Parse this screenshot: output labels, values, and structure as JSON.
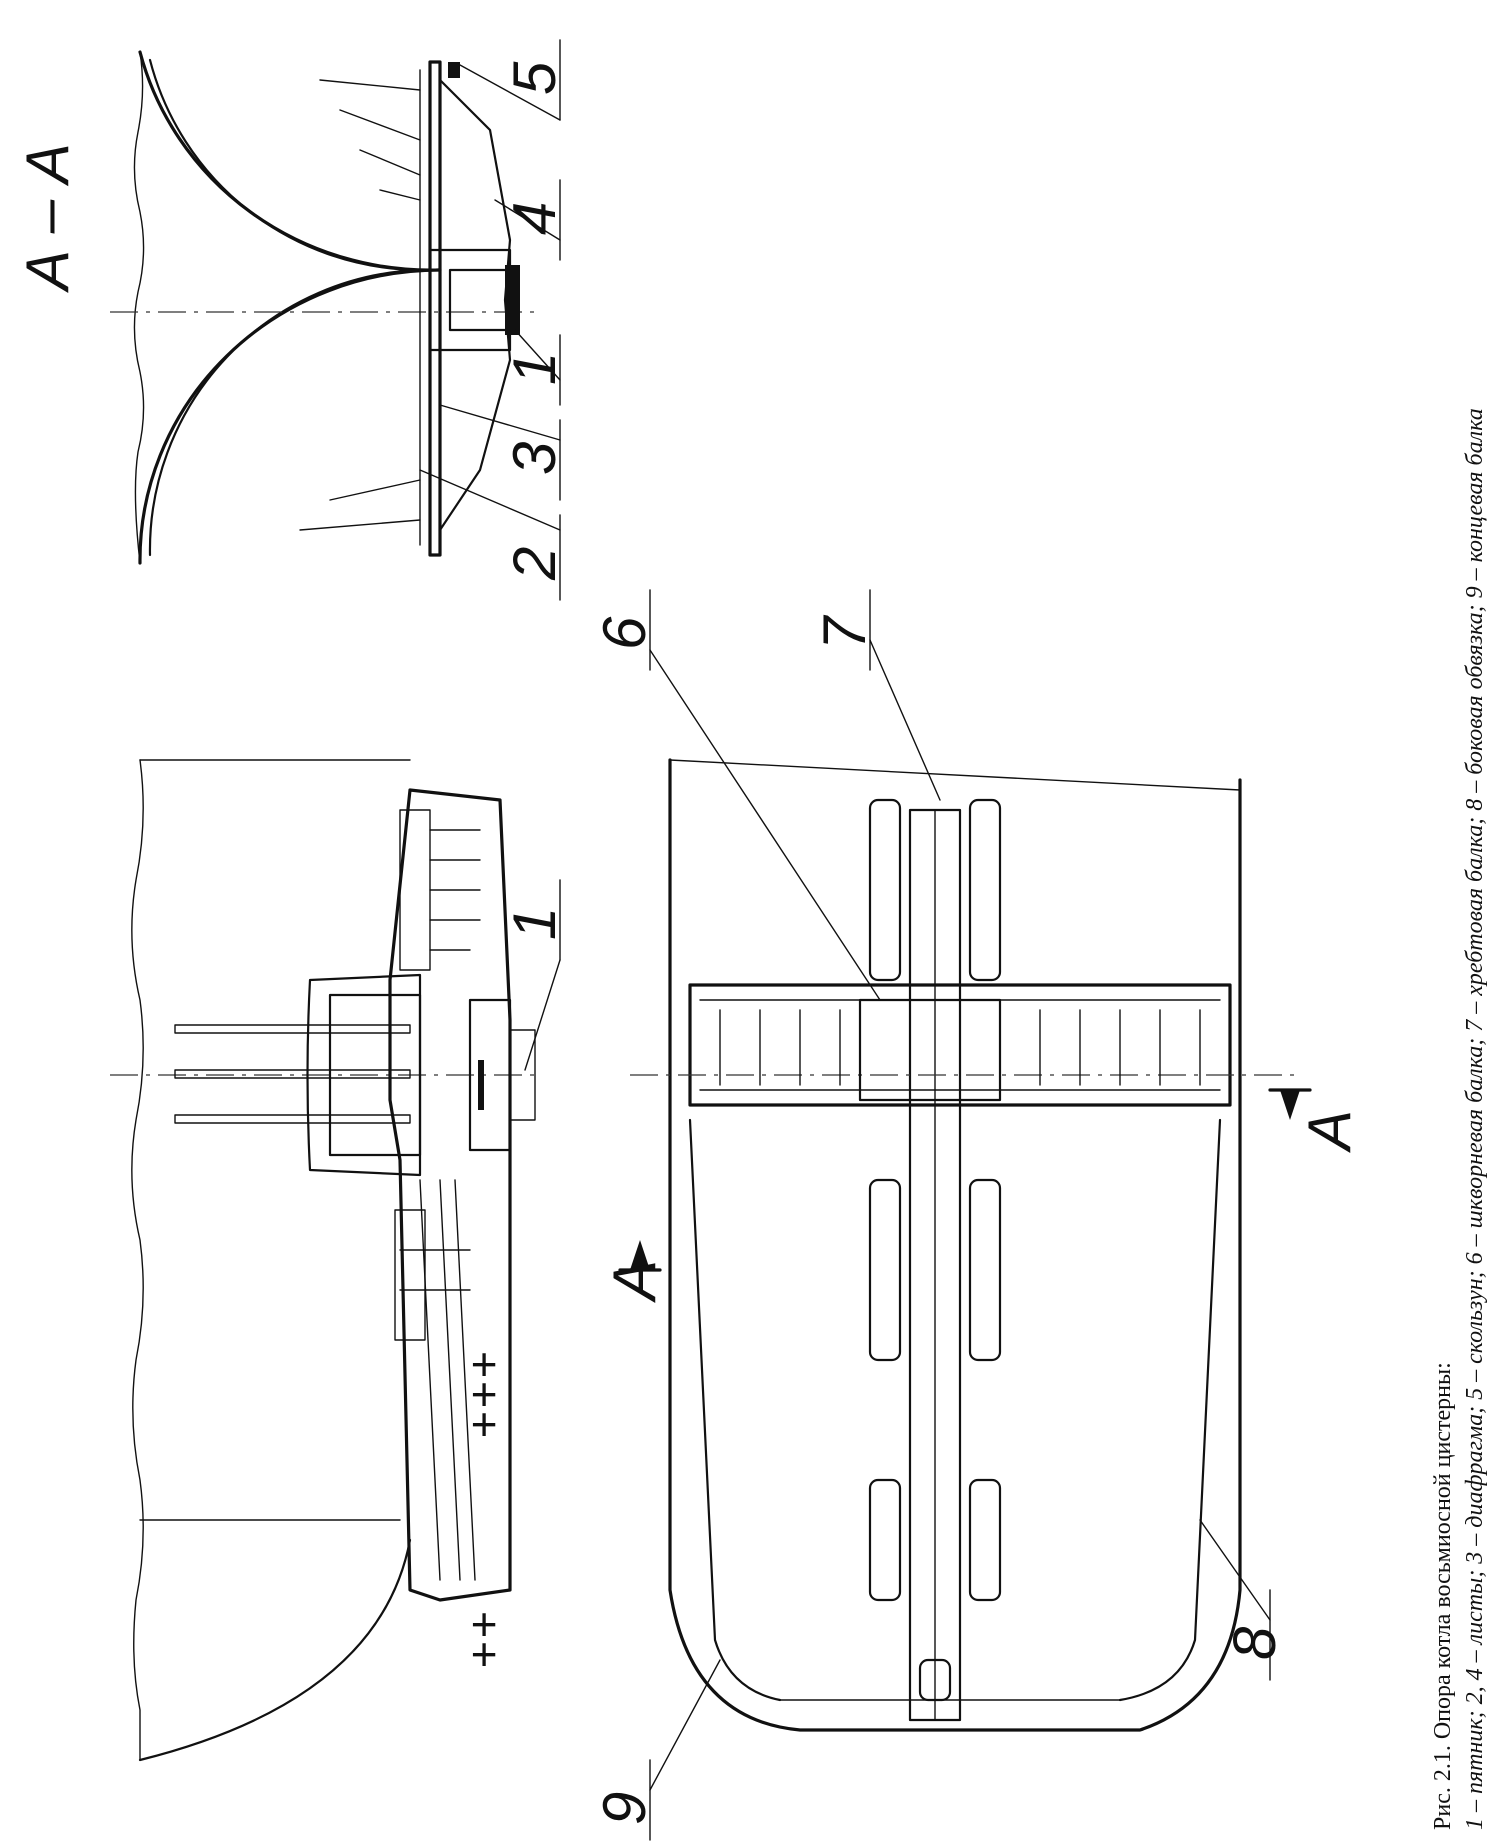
{
  "figure": {
    "section_title": "А – А",
    "section_mark_left": "А",
    "section_mark_right": "А",
    "callouts": {
      "n1_side": "1",
      "n1_section": "1",
      "n2": "2",
      "n3": "3",
      "n4": "4",
      "n5": "5",
      "n6": "6",
      "n7": "7",
      "n8": "8",
      "n9": "9"
    },
    "caption": {
      "line1": "Рис. 2.1. Опора котла восьмиосной цистерны:",
      "line2": "1 – пятник; 2, 4 – листы; 3 – диафрагма; 5 – скользун; 6 – шкворневая балка; 7 – хребтовая балка; 8 – боковая обвязка; 9 – концевая балка"
    }
  }
}
